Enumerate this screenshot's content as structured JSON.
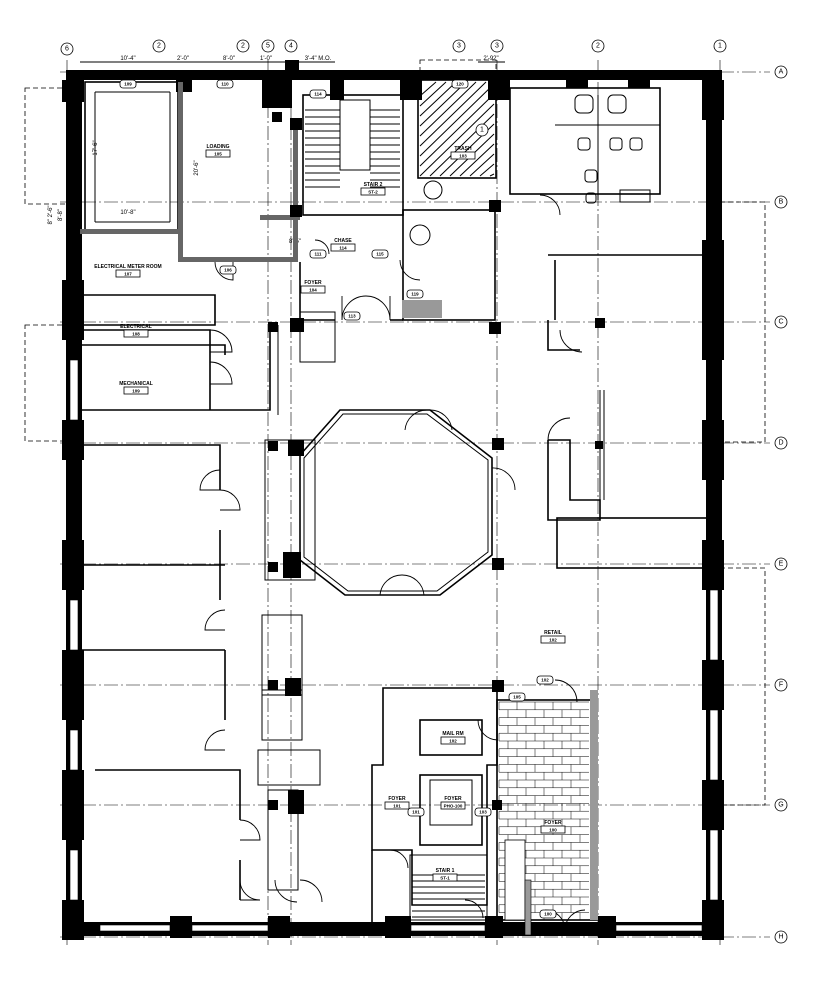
{
  "grid": {
    "columns": [
      "6",
      "2",
      "2",
      "5",
      "4",
      "3",
      "3",
      "2",
      "1"
    ],
    "rows": [
      "A",
      "B",
      "C",
      "D",
      "E",
      "F",
      "G",
      "H"
    ]
  },
  "dimensions": [
    "10'-4\"",
    "2'-0\"",
    "8'-0\"",
    "1'-0\"",
    "3'-4\" M.O.",
    "2'-92\"",
    "17'-6\"",
    "20'-6\"",
    "10'-8\"",
    "8'-5\"",
    "8'-8\"",
    "8\" 2'-6\""
  ],
  "rooms": [
    {
      "name": "LOADING",
      "number": "105"
    },
    {
      "name": "STAIR 2",
      "number": "ST-2"
    },
    {
      "name": "TRASH",
      "number": "103"
    },
    {
      "name": "ELECTRICAL METER ROOM",
      "number": "107"
    },
    {
      "name": "FOYER",
      "number": "104"
    },
    {
      "name": "ELECTRICAL",
      "number": "108"
    },
    {
      "name": "MECHANICAL",
      "number": "109"
    },
    {
      "name": "RETAIL",
      "number": "102"
    },
    {
      "name": "MAIL RM",
      "number": "102"
    },
    {
      "name": "FOYER",
      "number": "101"
    },
    {
      "name": "FOYER",
      "number": "PHO-100"
    },
    {
      "name": "FOYER",
      "number": "100"
    },
    {
      "name": "STAIR 1",
      "number": "ST-1"
    },
    {
      "name": "CHASE",
      "number": "114"
    }
  ],
  "door_tags": [
    "109",
    "110",
    "114",
    "106",
    "111",
    "113",
    "115",
    "119",
    "120",
    "100",
    "101",
    "102",
    "103",
    "105"
  ],
  "markers": [
    "1"
  ]
}
